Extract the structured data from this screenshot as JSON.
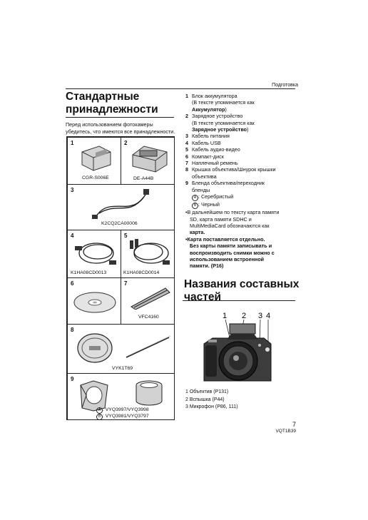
{
  "header": {
    "section": "Подготовка"
  },
  "left": {
    "title_line1": "Стандартные",
    "title_line2": "принадлежности",
    "intro_line1": "Перед использованием фотокамеры",
    "intro_line2": "убедитесь, что имеются все принадлежности."
  },
  "grid": {
    "n1": "1",
    "c1": "CGR-S006E",
    "n2": "2",
    "c2": "DE-A44B",
    "n3": "3",
    "c3": "K2CQ2CA00006",
    "n4": "4",
    "c4": "K1HA08CD0013",
    "n5": "5",
    "c5": "K1HA08CD0014",
    "n6": "6",
    "n7": "7",
    "c7": "VFC4160",
    "n8": "8",
    "c8": "VYK1T69",
    "n9": "9",
    "c9a_mark": "A",
    "c9a": ": VYQ3997/VYQ3998",
    "c9b_mark": "B",
    "c9b": ": VYQ3981/VYQ3797"
  },
  "list": {
    "i1_n": "1",
    "i1": "Блок аккумулятора",
    "i1_sub": "(В тексте упоминается как",
    "i1_bold": "Аккумулятор",
    "i2_n": "2",
    "i2": "Зарядное устройство",
    "i2_sub": "(В тексте упоминается как",
    "i2_bold": "Зарядное устройство",
    "i3_n": "3",
    "i3": "Кабель питания",
    "i4_n": "4",
    "i4": "Кабель USB",
    "i5_n": "5",
    "i5": "Кабель аудио-видео",
    "i6_n": "6",
    "i6": "Компакт-диск",
    "i7_n": "7",
    "i7": "Наплечный ремень",
    "i8_n": "8",
    "i8a": "Крышка объектива/Шнурок крышки",
    "i8b": "объектива",
    "i9_n": "9",
    "i9a": "Бленда объектива/переходник",
    "i9b": "бленды",
    "i9_a_mark": "A",
    "i9_a": ": Серебристый",
    "i9_b_mark": "B",
    "i9_b": ": Черный",
    "note1_a": "•В дальнейшем по тексту карта памяти",
    "note1_b": "SD, карта памяти SDHC и",
    "note1_c": "MultiMediaCard обозначаются как",
    "note1_d": "карта.",
    "note2_a": "•Карта поставляется отдельно.",
    "note2_b": "Без карты памяти записывать и",
    "note2_c": "воспроизводить снимки можно с",
    "note2_d": "использованием встроенной",
    "note2_e": "памяти. (P16)"
  },
  "parts": {
    "title_line1": "Названия составных",
    "title_line2": "частей",
    "callouts": [
      "1",
      "2",
      "3",
      "4"
    ],
    "p1": "1  Объектив (P131)",
    "p2": "2  Вспышка (P44)",
    "p3": "3  Микрофон (P86, 111)"
  },
  "footer": {
    "page": "7",
    "code": "VQT1B39"
  }
}
